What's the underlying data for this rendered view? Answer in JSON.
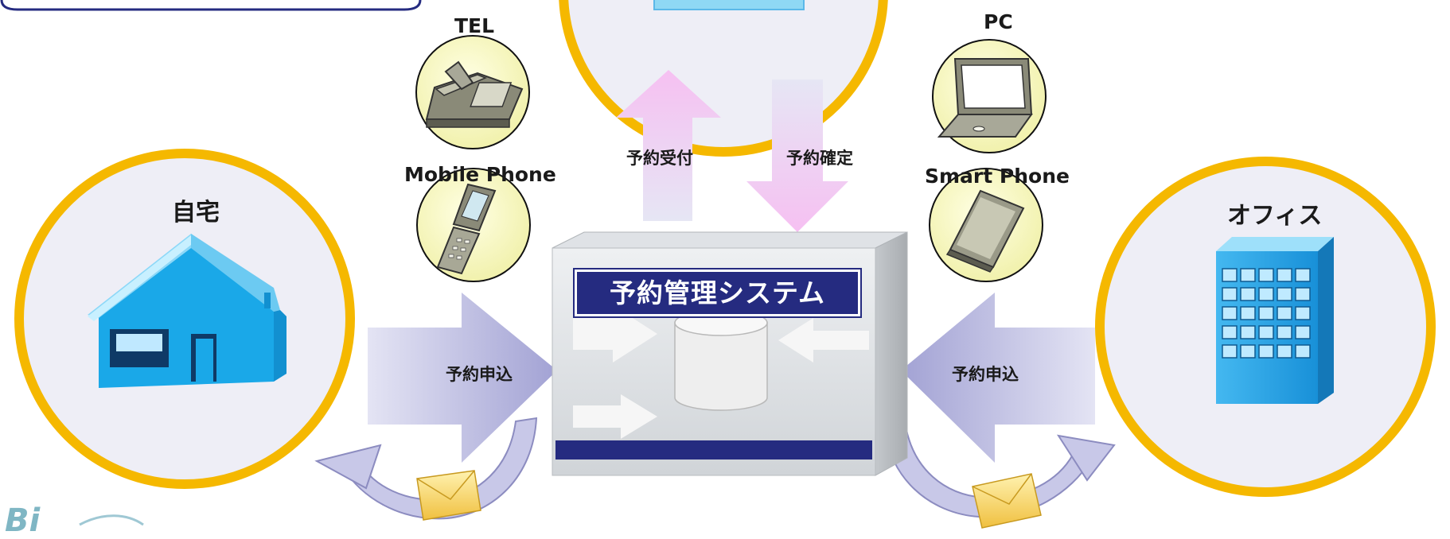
{
  "system": {
    "title": "予約管理システム"
  },
  "locations": {
    "home": "自宅",
    "office": "オフィス"
  },
  "devices": {
    "tel": "TEL",
    "mobile": "Mobile Phone",
    "pc": "PC",
    "smart": "Smart Phone"
  },
  "flows": {
    "reserve_accept": "予約受付",
    "reserve_confirm": "予約確定",
    "reserve_apply_left": "予約申込",
    "reserve_apply_right": "予約申込"
  },
  "logo": {
    "text": "Bi"
  },
  "colors": {
    "ring": "#f5b800",
    "circle_fill": "#eeeef6",
    "navy": "#252b80",
    "house": "#1aa8e8",
    "flow_purple": "#a8a8d8",
    "flow_pink": "#f6c4f2",
    "device_fill": "#fafac0"
  },
  "icons": {
    "home": "house-icon",
    "office": "office-building-icon",
    "tel": "telephone-icon",
    "mobile": "flip-phone-icon",
    "pc": "laptop-icon",
    "smart": "smartphone-icon",
    "mail": "envelope-icon",
    "db": "database-icon"
  }
}
